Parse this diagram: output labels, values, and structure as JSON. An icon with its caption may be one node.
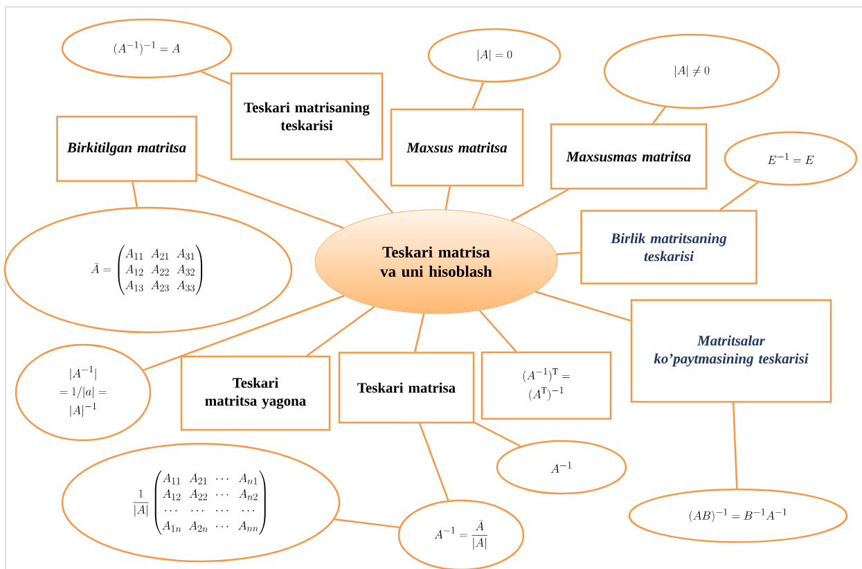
{
  "diagram": {
    "nodes": [
      {
        "text": [
          "Teskari matrisa va uni hisoblash"
        ]
      },
      {
        "text": [
          "(A^{-1})^{-1}= A"
        ]
      },
      {
        "text": [
          "Teskari matrisaning teskarisi"
        ]
      },
      {
        "text": [
          "|A|=0"
        ]
      },
      {
        "text": [
          "Maxsus matritsa"
        ]
      },
      {
        "text": [
          "|A|\\neq 0"
        ]
      },
      {
        "text": [
          "Maxsusmas matritsa"
        ]
      },
      {
        "text": [
          "E^{-1}= E"
        ]
      },
      {
        "text": [
          "Birlik matritsaning teskarisi"
        ]
      },
      {
        "text": [
          "Birkitilgan matritsa"
        ]
      },
      {
        "text": [
          "\\bar{A}=\\begin{pmatrix}A_{11}&A_{21}&A_{31}\\\\A_{12}&A_{22}&A_{32}\\\\A_{13}&A_{23}&A_{33}\\end{pmatrix}"
        ]
      },
      {
        "text": [
          "Matritsalar ko’paytmasining teskarisi"
        ]
      },
      {
        "text": [
          "\\begin{gathered}|A^{-1}|\\\\=1/|a|=\\\\|A|^{-1}\\end{gathered}"
        ]
      },
      {
        "text": [
          "Teskari matritsa yagona"
        ]
      },
      {
        "text": [
          "Teskari matrisa"
        ]
      },
      {
        "text": [
          "\\begin{gathered}(A^{-1})^{\\mathrm{T}}=\\\\(A^{\\mathrm{T}})^{-1}\\end{gathered}"
        ]
      },
      {
        "text": [
          "A^{-1}"
        ]
      },
      {
        "text": [
          "(AB)^{-1}= B^{-1} A^{-1}"
        ]
      },
      {
        "text": [
          "\\frac{1}{|A|}\\begin{pmatrix}A_{11}&A_{21}&\\cdots&A_{n1}\\\\A_{12}&A_{22}&\\cdots&A_{n2}\\\\\\cdots&\\cdots&\\cdots&\\cdots\\\\A_{1n}&A_{2n}&\\cdots&A_{nn}\\end{pmatrix}"
        ]
      },
      {
        "text": [
          "A^{-1}=\\frac{\\bar{A}}{|A|}"
        ]
      }
    ],
    "edges": [
      {
        "from": 1,
        "to": 2,
        "arrow": "none"
      },
      {
        "from": 9,
        "to": 0,
        "arrow": "none"
      },
      {
        "from": 2,
        "to": 0,
        "arrow": "none"
      },
      {
        "from": 3,
        "to": 4,
        "arrow": "none"
      },
      {
        "from": 4,
        "to": 0,
        "arrow": "none"
      },
      {
        "from": 5,
        "to": 6,
        "arrow": "none"
      },
      {
        "from": 6,
        "to": 0,
        "arrow": "none"
      },
      {
        "from": 7,
        "to": 8,
        "arrow": "none"
      },
      {
        "from": 8,
        "to": 0,
        "arrow": "none"
      },
      {
        "from": 9,
        "to": 10,
        "arrow": "none"
      },
      {
        "from": 0,
        "to": 12,
        "arrow": "none"
      },
      {
        "from": 0,
        "to": 13,
        "arrow": "none"
      },
      {
        "from": 0,
        "to": 14,
        "arrow": "none"
      },
      {
        "from": 0,
        "to": 15,
        "arrow": "none"
      },
      {
        "from": 0,
        "to": 11,
        "arrow": "none"
      },
      {
        "from": 11,
        "to": 17,
        "arrow": "none"
      },
      {
        "from": 14,
        "to": 16,
        "arrow": "none"
      },
      {
        "from": 14,
        "to": 19,
        "arrow": "none"
      },
      {
        "from": 18,
        "to": 19,
        "arrow": "none"
      }
    ]
  }
}
